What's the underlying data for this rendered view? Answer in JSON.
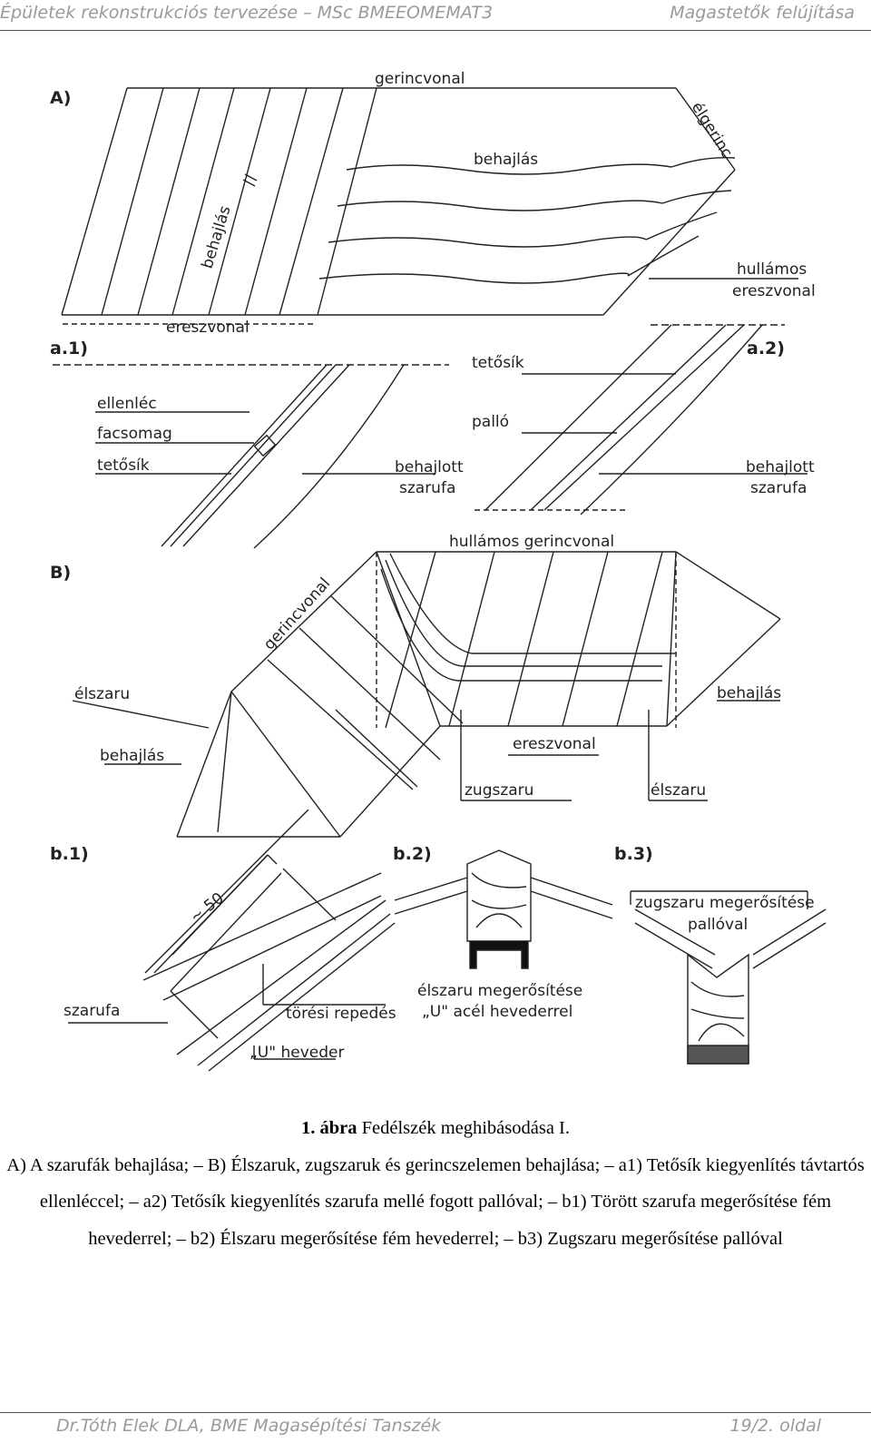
{
  "header": {
    "left": "Épületek rekonstrukciós tervezése – MSc  BMEEOMEMAT3",
    "right": "Magastetők felújítása"
  },
  "figure": {
    "panel_labels": {
      "A": "A)",
      "a1": "a.1)",
      "a2": "a.2)",
      "B": "B)",
      "b1": "b.1)",
      "b2": "b.2)",
      "b3": "b.3)"
    },
    "labels": {
      "gerincvonal_A": "gerincvonal",
      "elgerinc": "élgerinc",
      "behajlas_A_roof": "behajlás",
      "behajlas_A_rafter": "behajlás",
      "hullamos_1": "hullámos",
      "hullamos_2": "ereszvonal",
      "ereszvonal_A": "ereszvonal",
      "tetosik_a2": "tetősík",
      "pallo": "palló",
      "ellenlec": "ellenléc",
      "facsomag": "facsomag",
      "tetosik_a1": "tetősík",
      "behajlott_a1_1": "behajlott",
      "behajlott_a1_2": "szarufa",
      "behajlott_a2_1": "behajlott",
      "behajlott_a2_2": "szarufa",
      "hullamos_gerincvonal": "hullámos gerincvonal",
      "gerincvonal_B": "gerincvonal",
      "elszaru_B_left": "élszaru",
      "behajlas_B_right": "behajlás",
      "behajlas_B_left": "behajlás",
      "ereszvonal_B": "ereszvonal",
      "zugszaru": "zugszaru",
      "elszaru_B_right": "élszaru",
      "dim_50": "~ 50",
      "szarufa": "szarufa",
      "toresi_repedes": "törési repedés",
      "u_heveder": "„U\" heveder",
      "b2_cap_1": "élszaru megerősítése",
      "b2_cap_2": "„U\" acél hevederrel",
      "b3_cap_1": "zugszaru megerősítése",
      "b3_cap_2": "pallóval"
    }
  },
  "caption": {
    "number": "1. ábra",
    "title": "Fedélszék meghibásodása I.",
    "body": "A) A szarufák behajlása; – B) Élszaruk, zugszaruk és gerincszelemen behajlása; – a1) Tetősík kiegyenlítés távtartós ellenléccel; – a2) Tetősík kiegyenlítés szarufa mellé fogott pallóval; – b1) Törött szarufa megerősítése fém hevederrel; – b2) Élszaru megerősítése fém hevederrel; – b3) Zugszaru megerősítése pallóval"
  },
  "footer": {
    "left": "Dr.Tóth Elek DLA, BME Magasépítési Tanszék",
    "right": "19/2. oldal"
  }
}
